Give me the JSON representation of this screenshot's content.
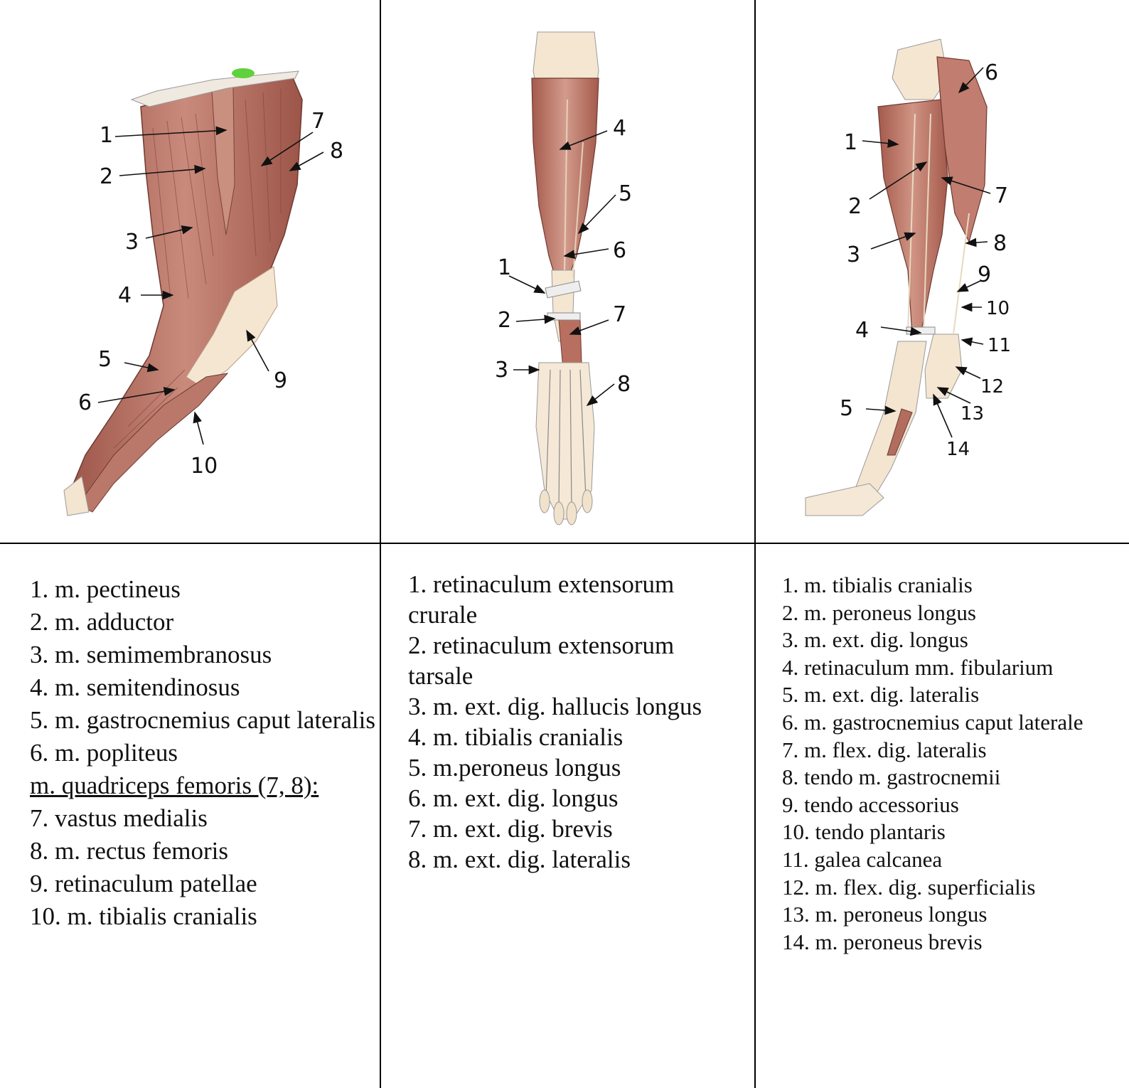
{
  "panels": [
    {
      "id": "thigh",
      "callouts": [
        "1",
        "2",
        "3",
        "4",
        "5",
        "6",
        "7",
        "8",
        "9",
        "10"
      ],
      "legend": [
        "1. m. pectineus",
        "2. m. adductor",
        "3. m. semimembranosus",
        "4. m. semitendinosus",
        "5. m. gastrocnemius caput lateralis",
        "6. m. popliteus"
      ],
      "legend_heading": "m. quadriceps femoris (7, 8):",
      "legend_after": [
        "7. vastus medialis",
        "8. m. rectus femoris",
        "9. retinaculum patellae",
        "10. m. tibialis cranialis"
      ]
    },
    {
      "id": "crus-cranial",
      "callouts": [
        "1",
        "2",
        "3",
        "4",
        "5",
        "6",
        "7",
        "8"
      ],
      "legend": [
        "1. retinaculum extensorum crurale",
        "2. retinaculum extensorum tarsale",
        "3. m. ext. dig. hallucis longus",
        "4. m. tibialis cranialis",
        "5. m.peroneus longus",
        "6. m. ext. dig. longus",
        "7. m. ext. dig. brevis",
        "8. m. ext. dig. lateralis"
      ]
    },
    {
      "id": "crus-lateral",
      "callouts": [
        "1",
        "2",
        "3",
        "4",
        "5",
        "6",
        "7",
        "8",
        "9",
        "10",
        "11",
        "12",
        "13",
        "14"
      ],
      "legend": [
        "1. m. tibialis cranialis",
        "2. m. peroneus longus",
        "3. m. ext. dig. longus",
        "4. retinaculum mm. fibularium",
        "5. m. ext. dig. lateralis",
        "6. m. gastrocnemius caput laterale",
        "7. m. flex. dig. lateralis",
        "8. tendo m. gastrocnemii",
        "9. tendo accessorius",
        "10. tendo plantaris",
        "11. galea calcanea",
        "12. m. flex. dig. superficialis",
        "13. m. peroneus longus",
        "14. m. peroneus brevis"
      ]
    }
  ],
  "colors": {
    "muscle": "#b46a5e",
    "muscle_dark": "#8c4a40",
    "tendon": "#f3e3cc",
    "bone": "#f5e8d6",
    "marker": "#5fd13a"
  }
}
